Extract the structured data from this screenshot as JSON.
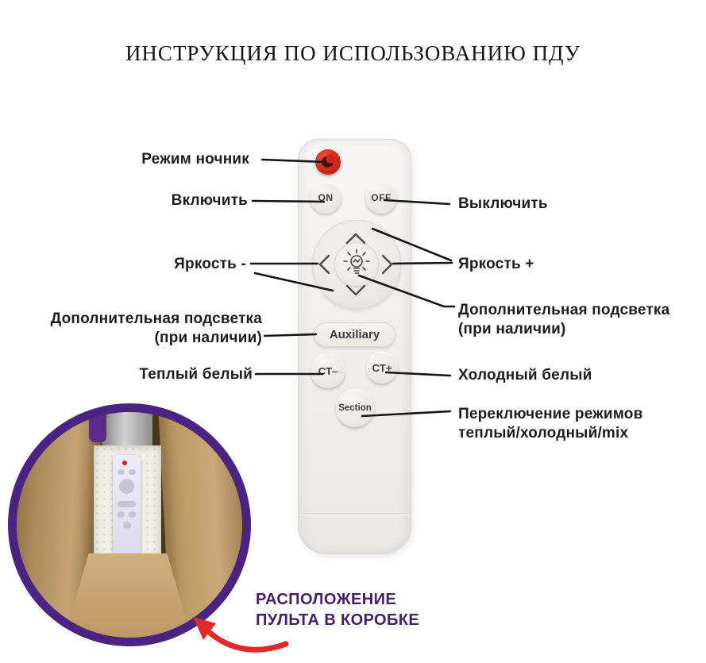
{
  "title": "ИНСТРУКЦИЯ ПО ИСПОЛЬЗОВАНИЮ ПДУ",
  "remote": {
    "on_label": "ON",
    "off_label": "OFF",
    "auxiliary_label": "Auxiliary",
    "ct_minus_label": "CT–",
    "ct_plus_label": "CT+",
    "section_label": "Section",
    "icons": {
      "night_button": "moon-icon",
      "dpad_center": "bulb-icon",
      "dpad_arrows": "chevron-up/down/left/right"
    }
  },
  "labels": {
    "left": [
      {
        "line1": "Режим ночник"
      },
      {
        "line1": "Включить"
      },
      {
        "line1": "Яркость -"
      },
      {
        "line1": "Дополнительная подсветка",
        "line2": "(при наличии)"
      },
      {
        "line1": "Теплый белый"
      }
    ],
    "right": [
      {
        "line1": "Выключить"
      },
      {
        "line1": "Яркость +"
      },
      {
        "line1": "Дополнительная подсветка",
        "line2": "(при наличии)"
      },
      {
        "line1": "Холодный белый"
      },
      {
        "line1": "Переключение режимов",
        "line2": "теплый/холодный/mix"
      }
    ]
  },
  "caption": {
    "line1": "РАСПОЛОЖЕНИЕ",
    "line2": "ПУЛЬТА В КОРОБКЕ"
  },
  "colors": {
    "ring_purple": "#4b2483",
    "caption_purple": "#432168",
    "arrow_red": "#e02a2a",
    "night_button_red": "#d1251a",
    "callout_line": "#151515"
  }
}
